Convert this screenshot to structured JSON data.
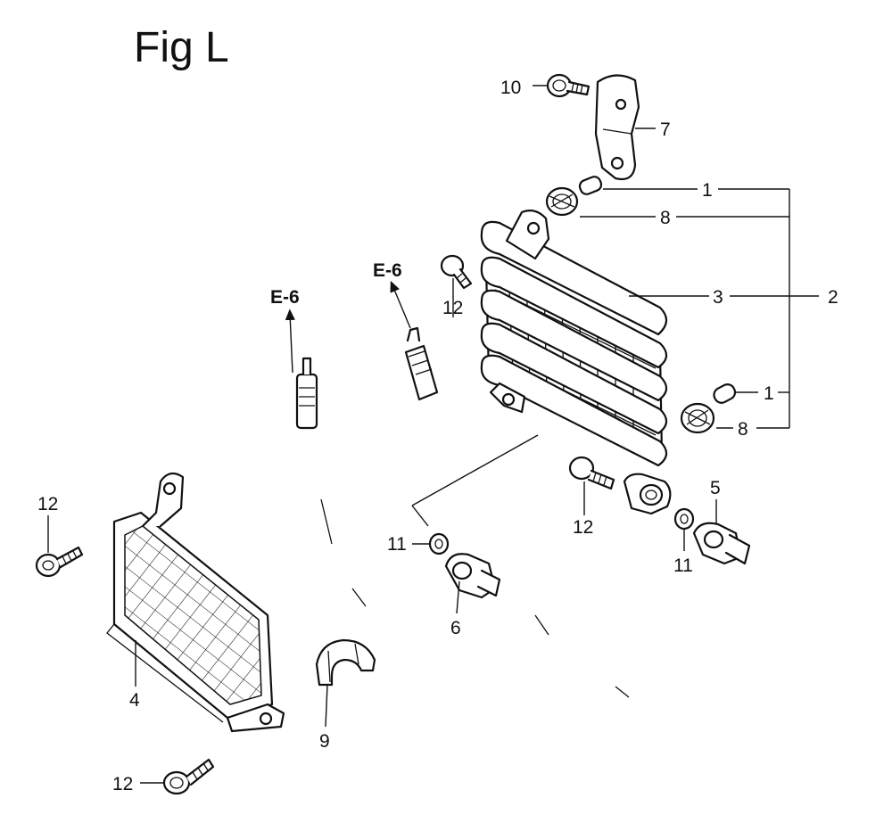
{
  "figure": {
    "title": "Fig L"
  },
  "references": [
    {
      "id": "ref-left",
      "label": "E-6"
    },
    {
      "id": "ref-right",
      "label": "E-6"
    }
  ],
  "callouts": {
    "c1_top": "1",
    "c1_bottom": "1",
    "c2": "2",
    "c3": "3",
    "c4": "4",
    "c5": "5",
    "c6": "6",
    "c7": "7",
    "c8_top": "8",
    "c8_bottom": "8",
    "c9": "9",
    "c10": "10",
    "c11_left": "11",
    "c11_right": "11",
    "c12_center": "12",
    "c12_mid": "12",
    "c12_left": "12",
    "c12_bottom": "12"
  },
  "colors": {
    "ink": "#111111",
    "paper": "#ffffff"
  }
}
